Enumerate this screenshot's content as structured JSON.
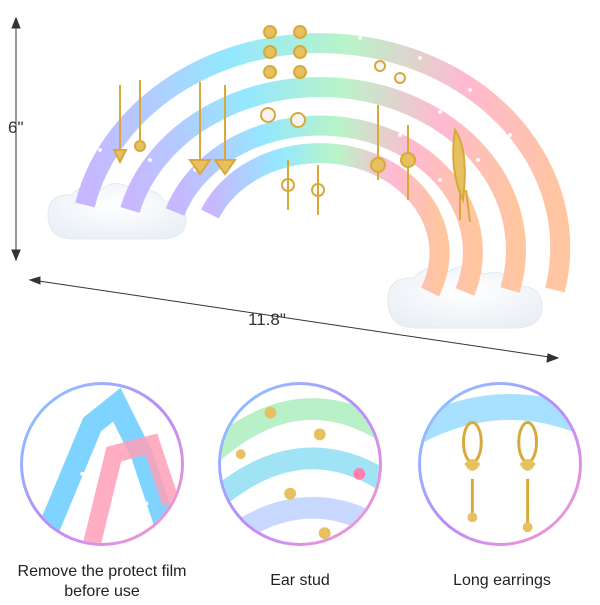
{
  "dimensions": {
    "height_label": "6\"",
    "width_label": "11.8\""
  },
  "details": [
    {
      "caption": "Remove the protect film before use"
    },
    {
      "caption": "Ear stud"
    },
    {
      "caption": "Long earrings"
    }
  ],
  "colors": {
    "rainbow_top": "#a8c8ff",
    "rainbow_mid": "#8ff0e0",
    "rainbow_pink": "#ffb3c8",
    "gold": "#d8a93a",
    "circle_border": "#b78bff"
  }
}
